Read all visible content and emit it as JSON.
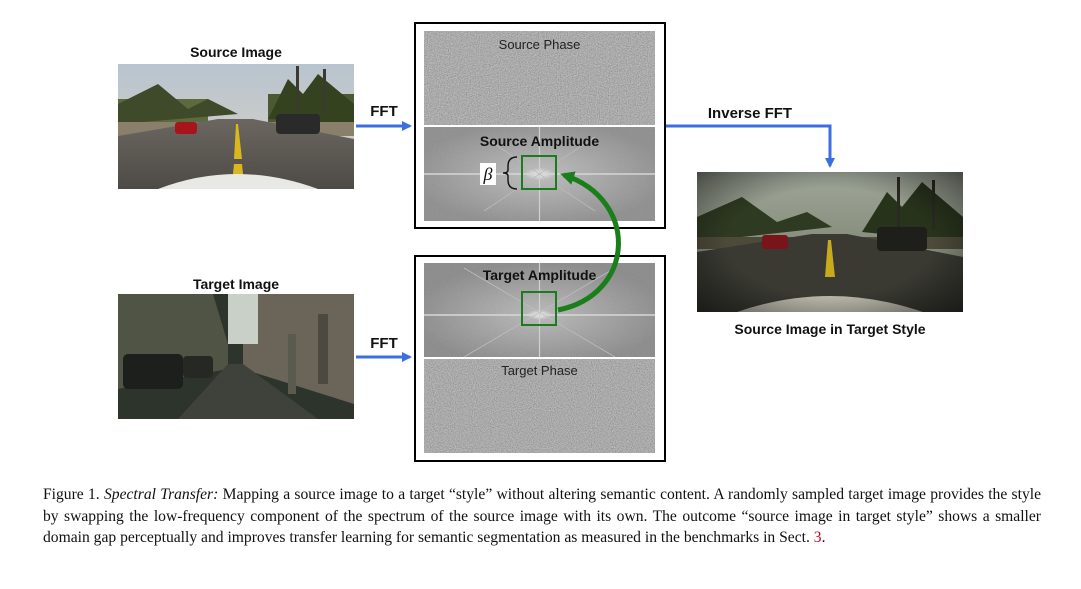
{
  "figure": {
    "source_image_label": "Source Image",
    "target_image_label": "Target Image",
    "fft_label_top": "FFT",
    "fft_label_bottom": "FFT",
    "inverse_fft_label": "Inverse FFT",
    "source_phase_label": "Source Phase",
    "source_amplitude_label": "Source Amplitude",
    "target_amplitude_label": "Target Amplitude",
    "target_phase_label": "Target Phase",
    "beta_symbol": "β",
    "result_label": "Source Image in Target Style",
    "colors": {
      "arrow_blue": "#3b6fe0",
      "arrow_green": "#1a7f1a",
      "box_green": "#1e7a1e"
    }
  },
  "caption": {
    "figure_number": "Figure 1.",
    "title": "Spectral Transfer:",
    "text": "Mapping a source image to a target “style” without altering semantic content.  A randomly sampled target image provides the style by swapping the low-frequency component of the spectrum of the source image with its own. The outcome “source image in target style” shows a smaller domain gap perceptually and improves transfer learning for semantic segmentation as measured in the benchmarks in Sect.",
    "section_ref": "3",
    "end": "."
  }
}
